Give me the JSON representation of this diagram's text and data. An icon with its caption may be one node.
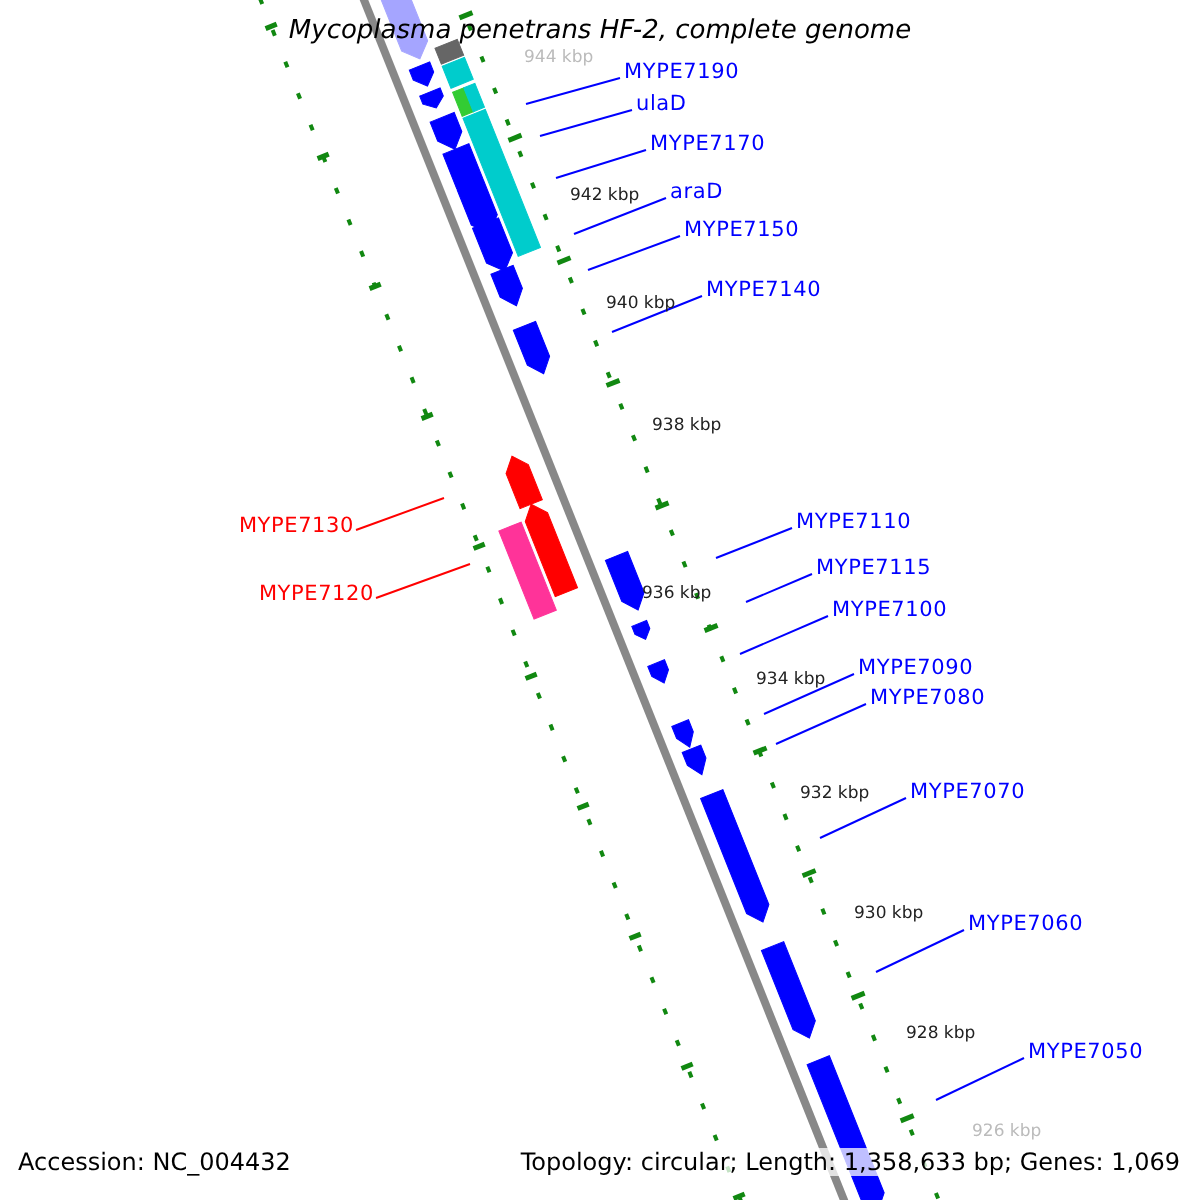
{
  "diagram": {
    "title": "Mycoplasma penetrans HF-2, complete genome",
    "nodes": [
      {
        "text": [
          "MYPE7190"
        ]
      },
      {
        "text": [
          "ulaD"
        ]
      },
      {
        "text": [
          "MYPE7170"
        ]
      },
      {
        "text": [
          "araD"
        ]
      },
      {
        "text": [
          "MYPE7150"
        ]
      },
      {
        "text": [
          "MYPE7140"
        ]
      },
      {
        "text": [
          "MYPE7110"
        ]
      },
      {
        "text": [
          "MYPE7130"
        ]
      },
      {
        "text": [
          "MYPE7115"
        ]
      },
      {
        "text": [
          "MYPE7120"
        ]
      },
      {
        "text": [
          "MYPE7100"
        ]
      },
      {
        "text": [
          "MYPE7090"
        ]
      },
      {
        "text": [
          "MYPE7080"
        ]
      },
      {
        "text": [
          "MYPE7070"
        ]
      },
      {
        "text": [
          "MYPE7060"
        ]
      },
      {
        "text": [
          "MYPE7050"
        ]
      }
    ],
    "edges": [
      {
        "from": 0,
        "to": null,
        "arrow": "none"
      },
      {
        "from": 1,
        "to": null,
        "arrow": "none"
      },
      {
        "from": 2,
        "to": null,
        "arrow": "none"
      },
      {
        "from": 3,
        "to": null,
        "arrow": "none"
      },
      {
        "from": 4,
        "to": null,
        "arrow": "none"
      },
      {
        "from": 5,
        "to": null,
        "arrow": "none"
      },
      {
        "from": 6,
        "to": null,
        "arrow": "none"
      },
      {
        "from": 7,
        "to": null,
        "arrow": "none",
        "color": "#ff0000"
      },
      {
        "from": 8,
        "to": null,
        "arrow": "none"
      },
      {
        "from": 9,
        "to": null,
        "arrow": "none",
        "color": "#ff0000"
      },
      {
        "from": 10,
        "to": null,
        "arrow": "none"
      },
      {
        "from": 11,
        "to": null,
        "arrow": "none"
      },
      {
        "from": 12,
        "to": null,
        "arrow": "none"
      },
      {
        "from": 13,
        "to": null,
        "arrow": "none"
      },
      {
        "from": 14,
        "to": null,
        "arrow": "none"
      },
      {
        "from": 15,
        "to": null,
        "arrow": "none"
      }
    ],
    "labels": [
      "944 kbp",
      "942 kbp",
      "940 kbp",
      "938 kbp",
      "936 kbp",
      "934 kbp",
      "932 kbp",
      "930 kbp",
      "928 kbp",
      "926 kbp",
      "Accession: NC_004432",
      "Topology: circular; Length: 1,358,633 bp; Genes: 1,069"
    ]
  }
}
